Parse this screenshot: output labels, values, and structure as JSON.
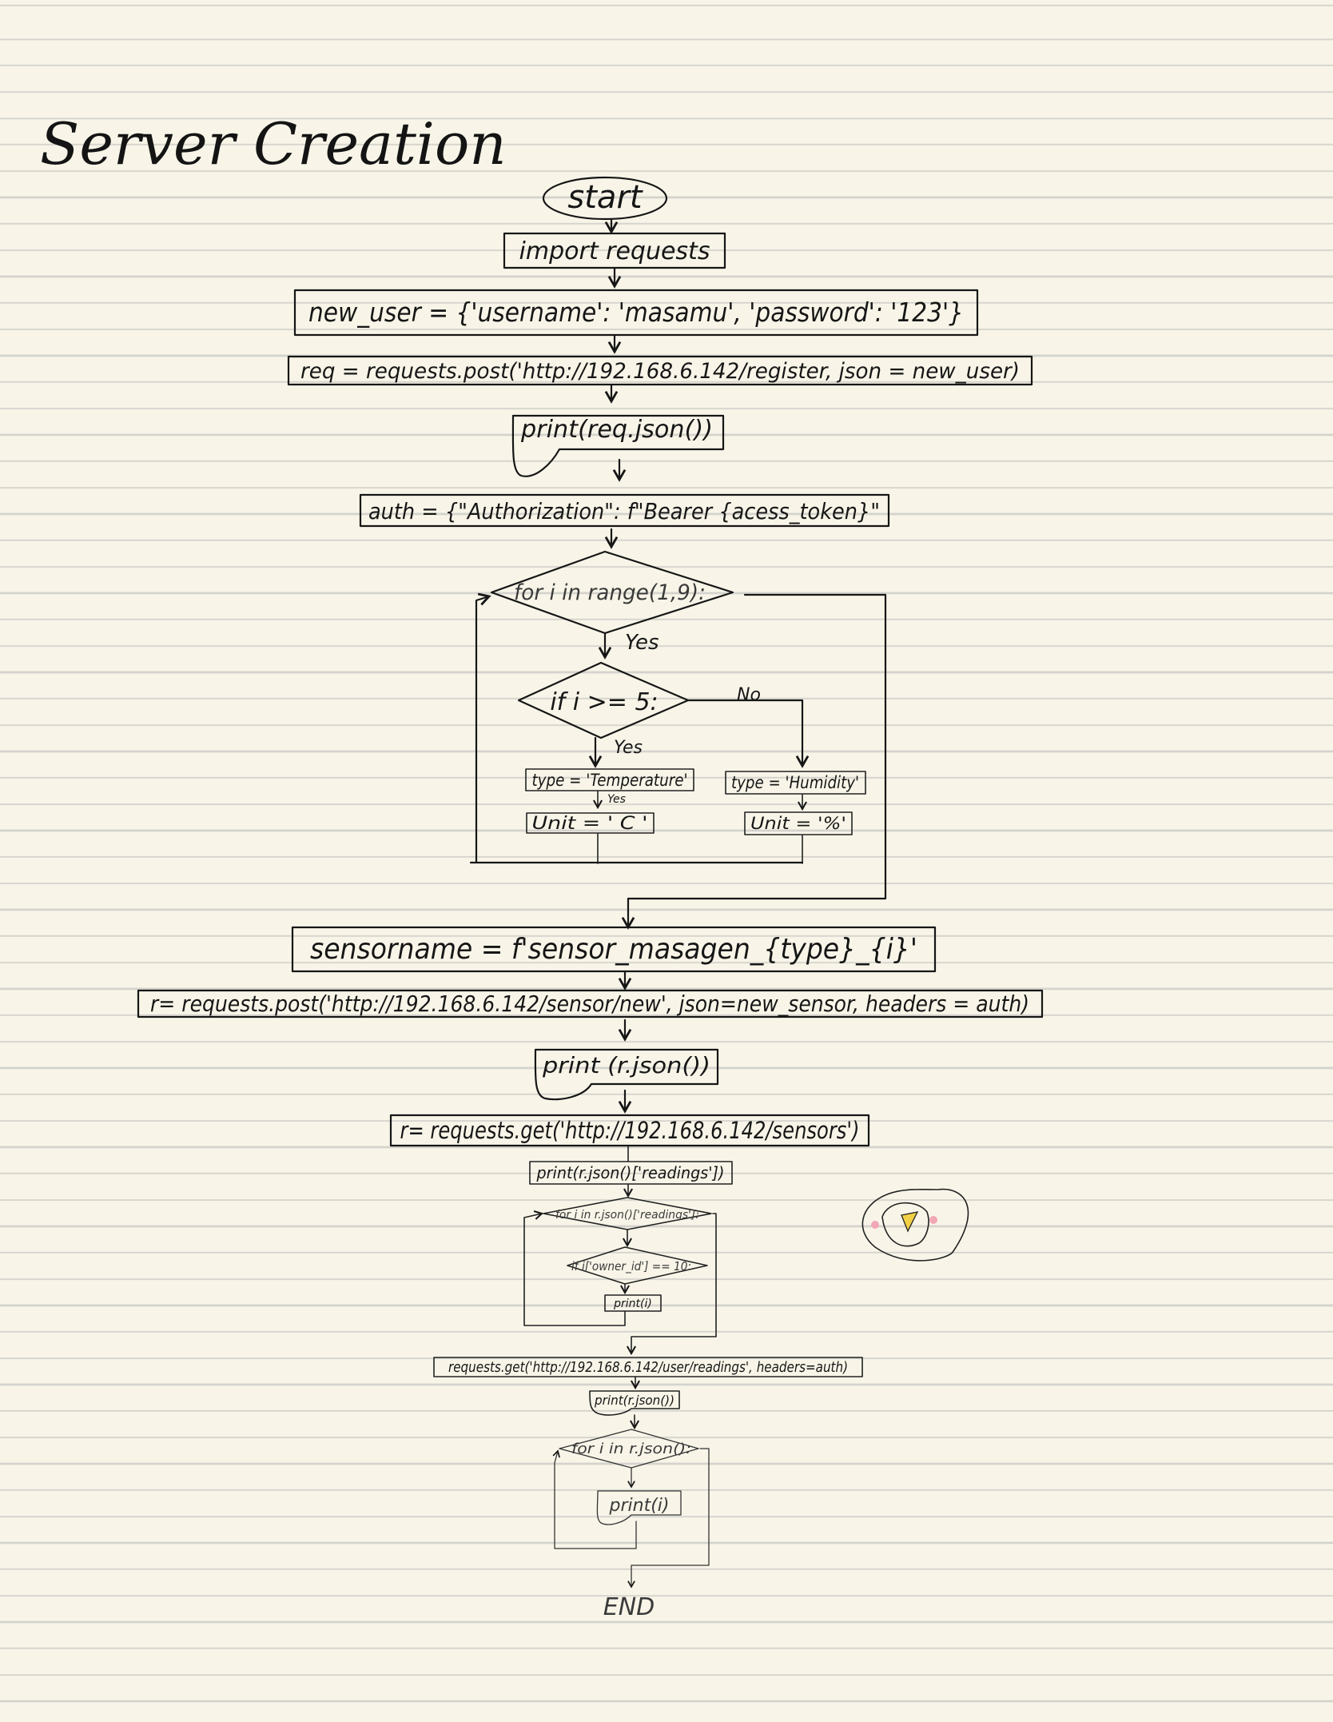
{
  "title": "Server Creation",
  "nodes": {
    "start": "start",
    "import": "import requests",
    "new_user": "new_user = {'username': 'masamu', 'password': '123'}",
    "register": "req = requests.post('http://192.168.6.142/register, json = new_user)",
    "print_req": "print(req.json())",
    "auth": "auth = {\"Authorization\": f\"Bearer {acess_token}\"",
    "loop1": "for i in range(1,9):",
    "if_cond": "if i >= 5:",
    "type_temp": "type = 'Temperature'",
    "unit_c": "Unit = ' C '",
    "type_hum": "type = 'Humidity'",
    "unit_pct": "Unit = '%'",
    "sensorname": "sensorname = f'sensor_masagen_{type}_{i}'",
    "post_sensor": "r= requests.post('http://192.168.6.142/sensor/new', json=new_sensor, headers = auth)",
    "print_r": "print (r.json())",
    "get_sensors": "r= requests.get('http://192.168.6.142/sensors')",
    "print_readings": "print(r.json()['readings'])",
    "loop2": "for i in r.json()['readings']:",
    "if_owner": "if i['owner_id'] == 10:",
    "print_i": "print(i)",
    "get_user_readings": "requests.get('http://192.168.6.142/user/readings', headers=auth)",
    "print_r2": "print(r.json())",
    "loop3": "for i in r.json():",
    "print_i2": "print(i)",
    "end": "END"
  },
  "edge_labels": {
    "yes_loop": "Yes",
    "no_branch": "No",
    "yes_branch": "Yes",
    "yes_small": "Yes"
  },
  "icons": [
    "penguin-doodle-icon"
  ]
}
